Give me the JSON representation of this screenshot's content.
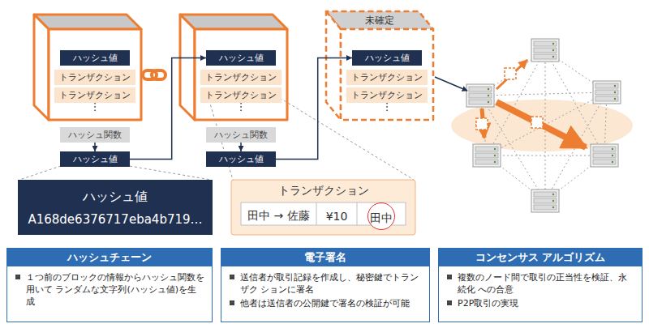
{
  "diagram": {
    "nodes": [
      {
        "text": [
          "ハッシュ値"
        ]
      },
      {
        "text": [
          "トランザクション"
        ]
      },
      {
        "text": [
          "トランザクション"
        ]
      },
      {
        "text": [
          "ハッシュ関数"
        ]
      },
      {
        "text": [
          "ハッシュ値"
        ]
      },
      {
        "text": [
          "ハッシュ値"
        ]
      },
      {
        "text": [
          "トランザクション"
        ]
      },
      {
        "text": [
          "トランザクション"
        ]
      },
      {
        "text": [
          "ハッシュ関数"
        ]
      },
      {
        "text": [
          "ハッシュ値"
        ]
      },
      {
        "text": [
          "ハッシュ値"
        ]
      },
      {
        "text": [
          "トランザクション"
        ]
      },
      {
        "text": [
          "トランザクション"
        ]
      },
      {
        "text": [
          "ハッシュ値",
          "A168de6376717eba4b719…"
        ]
      },
      {
        "text": [
          "トランザクション"
        ]
      },
      {
        "text": [
          "田中 → 佐藤"
        ],
        "in": 14
      },
      {
        "text": [
          "¥10"
        ],
        "in": 14
      },
      {
        "text": [
          "田中"
        ],
        "in": 14
      },
      {
        "text": [
          "ハッシュチェーン",
          "１つ前のブロックの情報からハッシュ関数を用いて ランダムな文字列(ハッシュ値)を生成"
        ]
      },
      {
        "text": [
          "電子署名",
          "送信者が取引記録を作成し、秘密鍵でトランザク ションに署名",
          "他者は送信者の公開鍵で署名の検証が可能"
        ]
      },
      {
        "text": [
          "コンセンサス アルゴリズム",
          "複数のノード間で取引の正当性を検証、永続化 への合意",
          "P2P取引の実現"
        ]
      }
    ],
    "edges": [
      {
        "from": 3,
        "to": 4,
        "arrow": "to"
      },
      {
        "from": 4,
        "to": 5,
        "arrow": "to"
      },
      {
        "from": 8,
        "to": 9,
        "arrow": "to"
      },
      {
        "from": 9,
        "to": 10,
        "arrow": "to"
      }
    ],
    "labels": [
      "未確定",
      "⋮",
      "⋮",
      "⋮"
    ]
  }
}
